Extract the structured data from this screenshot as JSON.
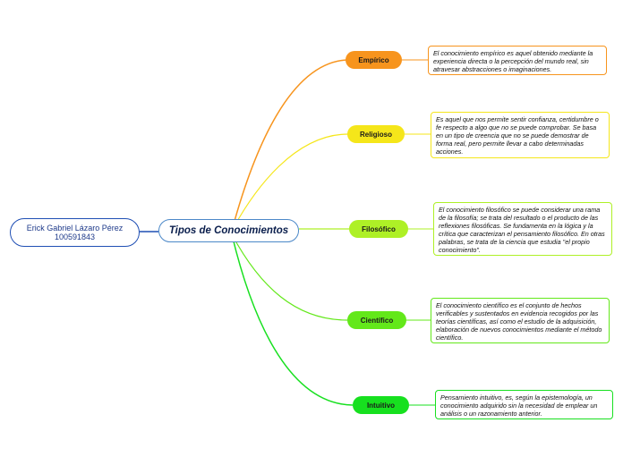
{
  "author": {
    "name": "Erick Gabriel Lázaro Pérez",
    "id": "100591843"
  },
  "central": {
    "title": "Tipos de Conocimientos"
  },
  "topics": [
    {
      "label": "Empírico",
      "color": "#f7941d",
      "description": "El conocimiento empírico es aquel obtenido mediante la experiencia directa o la percepción del mundo real, sin atravesar abstracciones o imaginaciones."
    },
    {
      "label": "Religioso",
      "color": "#f5e61a",
      "description": "Es aquel que nos permite sentir confianza, certidumbre o fe respecto a algo que no se puede comprobar. Se basa en un tipo de creencia que no se puede demostrar de forma real, pero permite llevar a cabo determinadas acciones."
    },
    {
      "label": "Filosófico",
      "color": "#aef026",
      "description": "El conocimiento filosófico se puede considerar una rama de la filosofía; se trata del resultado o el producto de las reflexiones filosóficas. Se fundamenta en la lógica y la crítica que caracterizan el pensamiento filosófico. En otras palabras, se trata de la ciencia que estudia \"el propio conocimiento\"."
    },
    {
      "label": "Científico",
      "color": "#63e81a",
      "description": "El conocimiento científico es el conjunto de hechos verificables y sustentados en evidencia recogidos por las teorías científicas, así como el estudio de la adquisición, elaboración de nuevos conocimientos mediante el método científico."
    },
    {
      "label": "Intuitivo",
      "color": "#17e01f",
      "description": "Pensamiento intuitivo, es, según la epistemología, un conocimiento adquirido sin la necesidad de emplear un análisis o un razonamiento anterior."
    }
  ]
}
